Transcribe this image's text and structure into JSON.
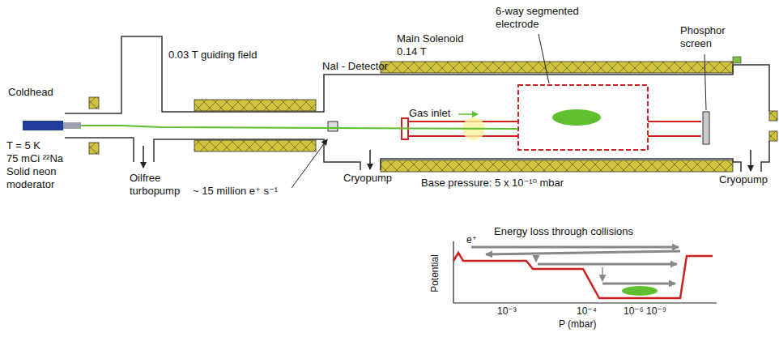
{
  "diagram": {
    "labels": [
      "Coldhead",
      "T = 5 K",
      "75 mCi ²²Na",
      "Solid neon moderator",
      "0.03 T guiding field",
      "Oilfree turbopump",
      "~ 15 million e⁺ s⁻¹",
      "NaI - Detector",
      "Cryopump",
      "Gas inlet",
      "Main Solenoid 0.14 T",
      "6-way segmented electrode",
      "Base pressure: 5 x 10⁻¹⁰ mbar",
      "Phosphor screen",
      "Cryopump",
      "Energy loss through collisions",
      "e⁺",
      "Potential",
      "10⁻³",
      "10⁻⁴",
      "10⁻⁶ 10⁻⁹",
      "P (mbar)"
    ]
  }
}
